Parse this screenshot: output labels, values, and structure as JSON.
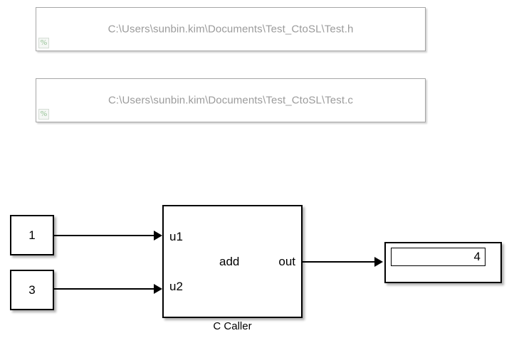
{
  "diagram": {
    "title": "C Caller model",
    "background": "#ffffff",
    "line_color": "#000000",
    "annotation_border_color": "#a6a6a6",
    "annotation_text_color": "#9b9b9b"
  },
  "annotations": [
    {
      "id": "header-file-annotation",
      "text": "C:\\Users\\sunbin.kim\\Documents\\Test_CtoSL\\Test.h",
      "badge": "%"
    },
    {
      "id": "source-file-annotation",
      "text": "C:\\Users\\sunbin.kim\\Documents\\Test_CtoSL\\Test.c",
      "badge": "%"
    }
  ],
  "blocks": {
    "constant_1": {
      "name": "constant-block-1",
      "value": "1"
    },
    "constant_2": {
      "name": "constant-block-3",
      "value": "3"
    },
    "c_caller": {
      "caption": "C Caller",
      "function_label": "add",
      "input_ports": [
        "u1",
        "u2"
      ],
      "output_port": "out"
    },
    "display": {
      "name": "display-block",
      "value": "4"
    }
  },
  "signals": [
    {
      "from": "constant-block-1",
      "to": "c-caller-port-u1"
    },
    {
      "from": "constant-block-3",
      "to": "c-caller-port-u2"
    },
    {
      "from": "c-caller-port-out",
      "to": "display-block"
    }
  ]
}
